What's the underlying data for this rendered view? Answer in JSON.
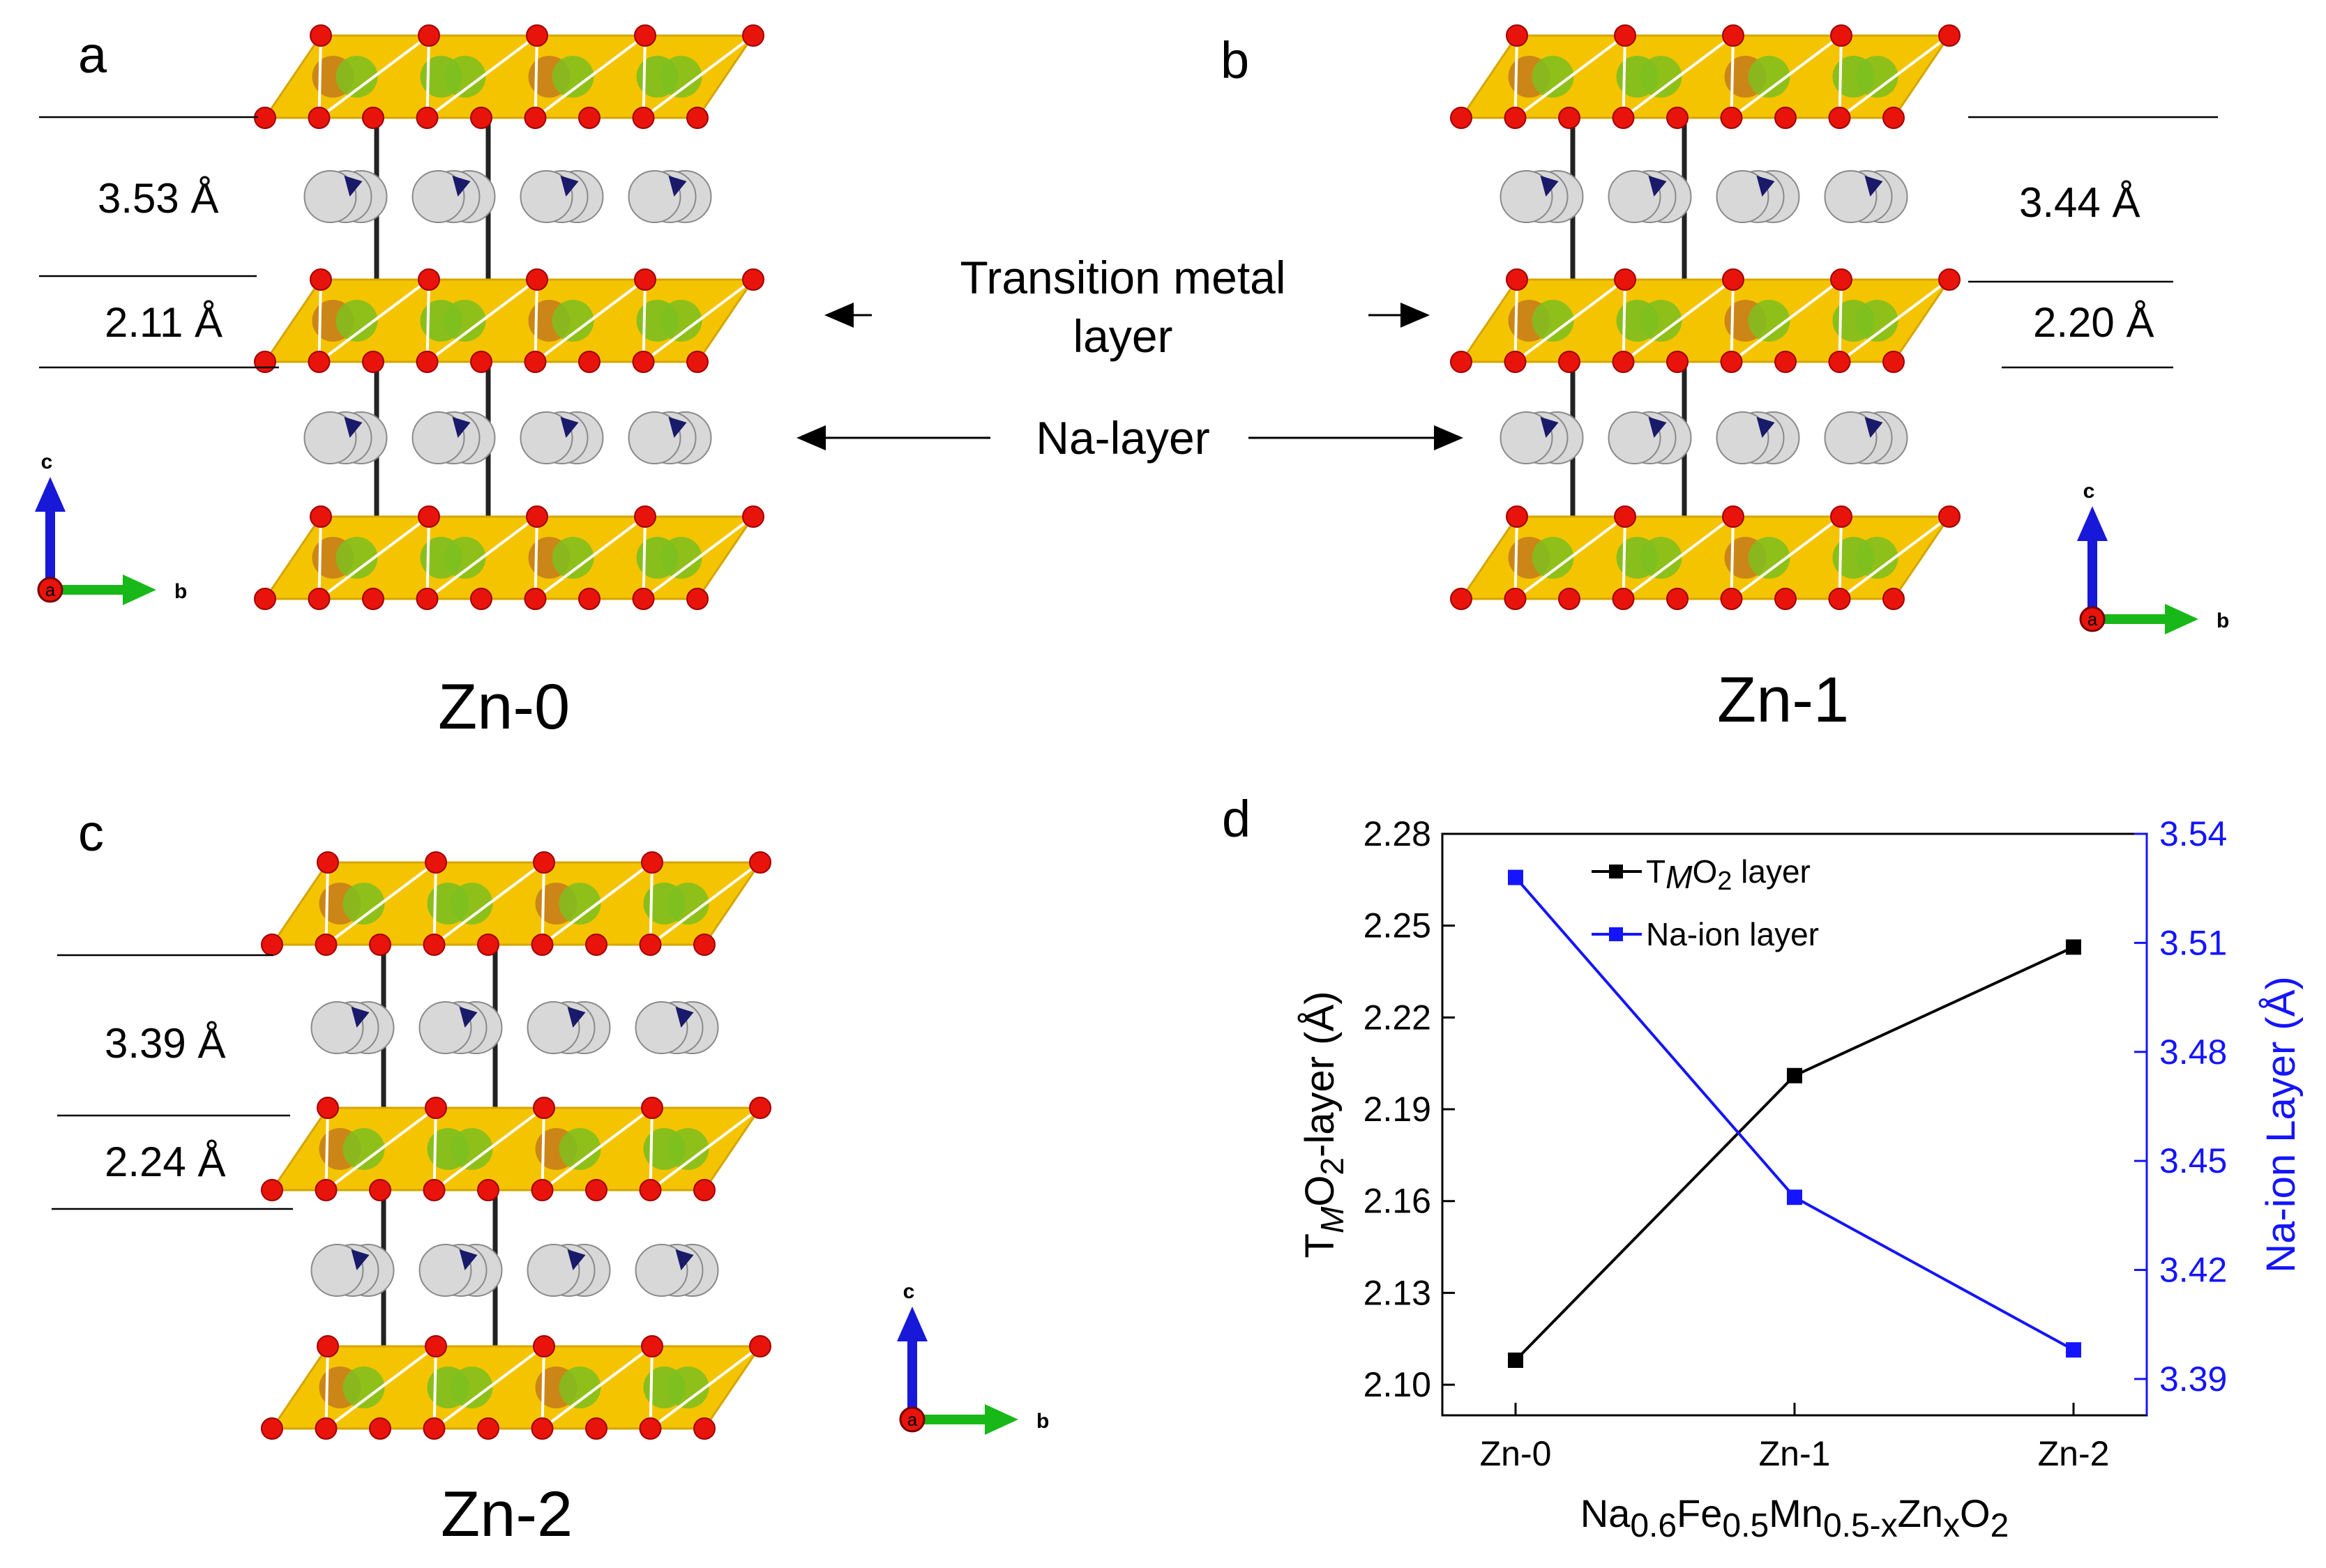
{
  "panels": {
    "a": {
      "letter": "a",
      "caption": "Zn-0",
      "na_layer_distance": "3.53 Å",
      "tm_layer_distance": "2.11 Å"
    },
    "b": {
      "letter": "b",
      "caption": "Zn-1",
      "na_layer_distance": "3.44 Å",
      "tm_layer_distance": "2.20 Å"
    },
    "c": {
      "letter": "c",
      "caption": "Zn-2",
      "na_layer_distance": "3.39 Å",
      "tm_layer_distance": "2.24 Å"
    },
    "d": {
      "letter": "d"
    }
  },
  "center_labels": {
    "tm_line1": "Transition metal",
    "tm_line2": "layer",
    "na_layer": "Na-layer"
  },
  "axis_triad": {
    "c": "c",
    "a": "a",
    "b": "b"
  },
  "colors": {
    "polyhedra": "#f5c400",
    "oxygen": "#e8140c",
    "sodium": "#d8d8d8",
    "fe": "#7cbf1f",
    "mn": "#c8801a",
    "axis_c": "#1818d8",
    "axis_b": "#18b818",
    "series_tm": "#000000",
    "series_na": "#1414ff"
  },
  "chart_data": {
    "type": "line",
    "categories": [
      "Zn-0",
      "Zn-1",
      "Zn-2"
    ],
    "xlabel_parts": [
      "Na",
      "0.6",
      "Fe",
      "0.5",
      "Mn",
      "0.5-x",
      "Zn",
      "x",
      "O",
      "2"
    ],
    "ylabel_left_parts": [
      "T",
      "M",
      "O",
      "2",
      "-layer (Å)"
    ],
    "ylabel_right": "Na-ion Layer (Å)",
    "y_left": {
      "min": 2.09,
      "max": 2.28,
      "ticks": [
        "2.10",
        "2.13",
        "2.16",
        "2.19",
        "2.22",
        "2.25",
        "2.28"
      ]
    },
    "y_right": {
      "min": 3.38,
      "max": 3.54,
      "ticks": [
        "3.39",
        "3.42",
        "3.45",
        "3.48",
        "3.51",
        "3.54"
      ]
    },
    "series": [
      {
        "legend_parts": [
          "T",
          "M",
          "O",
          "2",
          " layer"
        ],
        "axis": "left",
        "values": [
          2.108,
          2.201,
          2.243
        ]
      },
      {
        "legend_parts": [
          "Na-ion layer"
        ],
        "axis": "right",
        "values": [
          3.528,
          3.44,
          3.398
        ]
      }
    ]
  }
}
